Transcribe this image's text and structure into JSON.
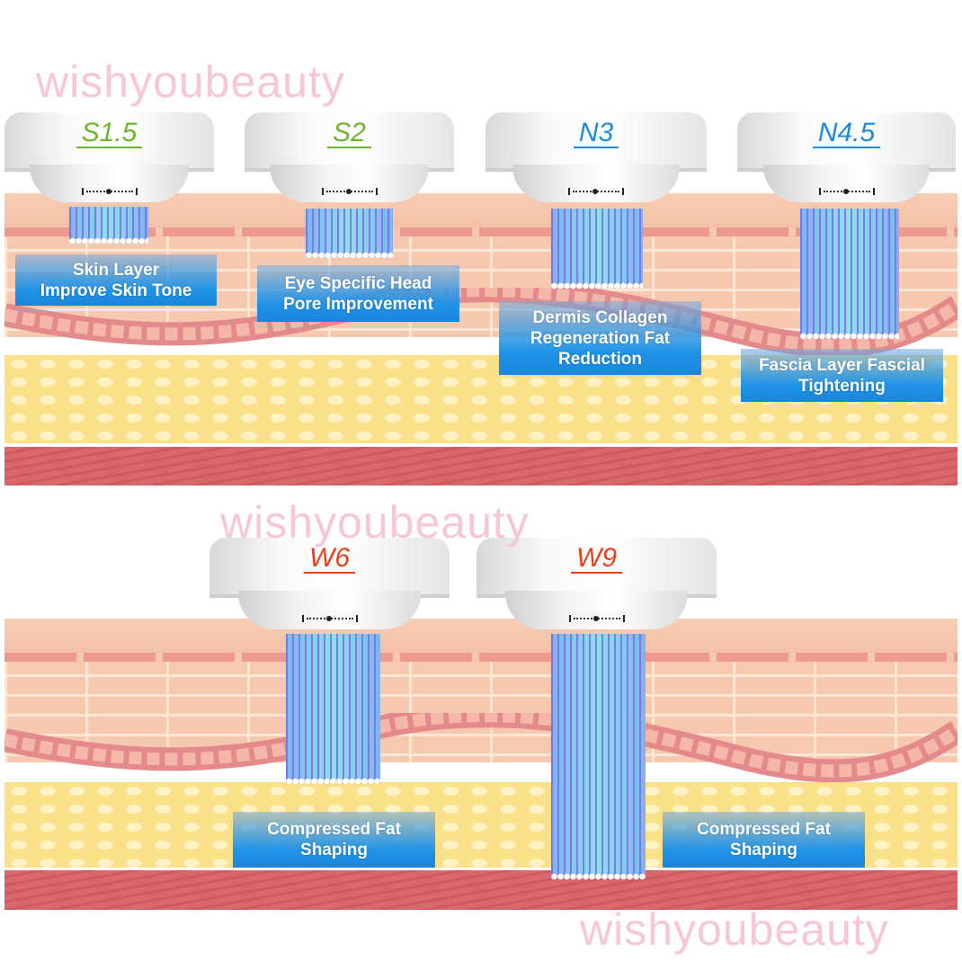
{
  "watermark": "wishyoubeauty",
  "colors": {
    "S": "#6cb52f",
    "N": "#1a8be0",
    "W": "#e8401c"
  },
  "panels": [
    {
      "probes": [
        {
          "name": "S1.5",
          "series": "S",
          "caption": [
            "Skin Layer",
            "Improve Skin Tone"
          ]
        },
        {
          "name": "S2",
          "series": "S",
          "caption": [
            "Eye Specific Head",
            "Pore Improvement"
          ]
        },
        {
          "name": "N3",
          "series": "N",
          "caption": [
            "Dermis Collagen",
            "Regeneration Fat",
            "Reduction"
          ]
        },
        {
          "name": "N4.5",
          "series": "N",
          "caption": [
            "Fascia Layer Fascial",
            "Tightening"
          ]
        }
      ]
    },
    {
      "probes": [
        {
          "name": "W6",
          "series": "W",
          "caption": [
            "Compressed Fat",
            "Shaping"
          ]
        },
        {
          "name": "W9",
          "series": "W",
          "caption": []
        }
      ],
      "extra_caption": [
        "Compressed Fat",
        "Shaping"
      ]
    }
  ]
}
